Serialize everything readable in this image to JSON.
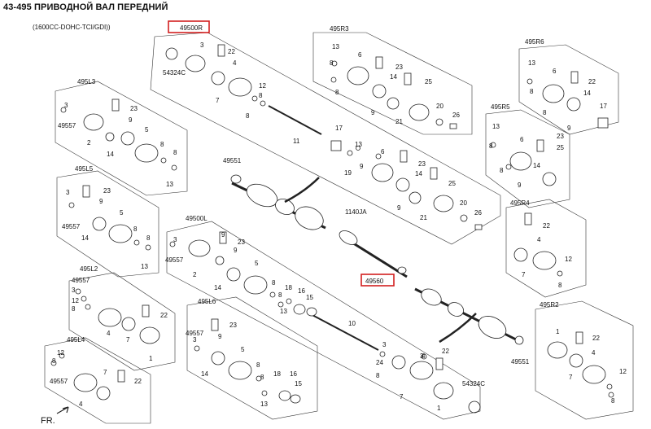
{
  "header": {
    "title": "43-495 ПРИВОДНОЙ ВАЛ ПЕРЕДНИЙ",
    "subtitle": "(1600CC-DOHC-TCI/GDI))"
  },
  "groups": {
    "g49500R": "49500R",
    "g495R3": "495R3",
    "g495R6": "495R6",
    "g495L3": "495L3",
    "g495R5": "495R5",
    "g495L5": "495L5",
    "g495R4": "495R4",
    "g49500L": "49500L",
    "g495L2": "495L2",
    "g495L6": "495L6",
    "g495L4": "495L4",
    "g495R2": "495R2",
    "g49560": "49560",
    "g49551a": "49551",
    "g49551b": "49551",
    "g1140JA": "1140JA"
  },
  "parts": {
    "p1": "1",
    "p2": "2",
    "p3": "3",
    "p4": "4",
    "p5": "5",
    "p6": "6",
    "p7": "7",
    "p8": "8",
    "p9": "9",
    "p10": "10",
    "p11": "11",
    "p12": "12",
    "p13": "13",
    "p14": "14",
    "p15": "15",
    "p16": "16",
    "p17": "17",
    "p18": "18",
    "p19": "19",
    "p20": "20",
    "p21": "21",
    "p22": "22",
    "p23": "23",
    "p24": "24",
    "p25": "25",
    "p26": "26",
    "p49557": "49557",
    "p54324C": "54324C"
  },
  "footer": {
    "front_label": "FR."
  },
  "colors": {
    "highlight": "#d21f1f",
    "line": "#222222"
  }
}
